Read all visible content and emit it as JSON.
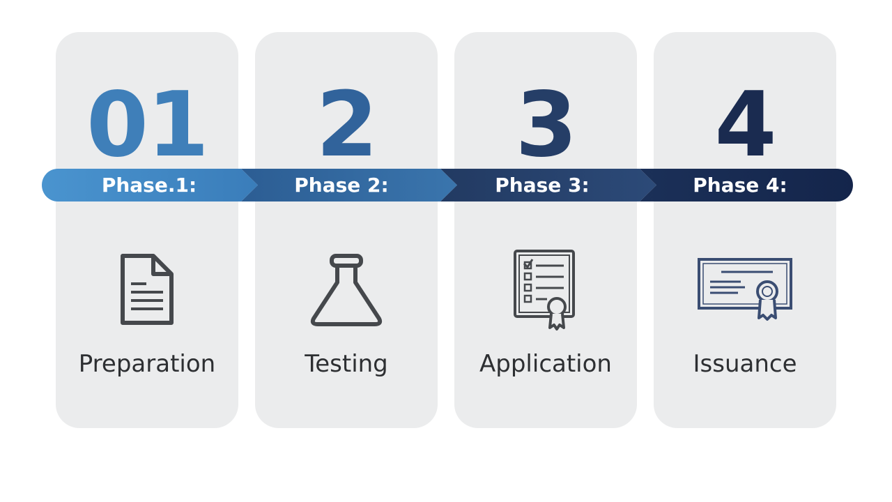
{
  "phases": [
    {
      "number": "01",
      "banner": "Phase.1:",
      "label": "Preparation",
      "icon": "document-icon",
      "color": "#3f7fb9"
    },
    {
      "number": "2",
      "banner": "Phase 2:",
      "label": "Testing",
      "icon": "flask-icon",
      "color": "#31639b"
    },
    {
      "number": "3",
      "banner": "Phase 3:",
      "label": "Application",
      "icon": "checklist-certificate-icon",
      "color": "#253e67"
    },
    {
      "number": "4",
      "banner": "Phase 4:",
      "label": "Issuance",
      "icon": "certificate-award-icon",
      "color": "#1a2b50"
    }
  ],
  "colors": {
    "card_bg": "#ebeced",
    "icon_stroke": "#45484c",
    "banner_start": "#4a94cf",
    "banner_end": "#14254b"
  }
}
